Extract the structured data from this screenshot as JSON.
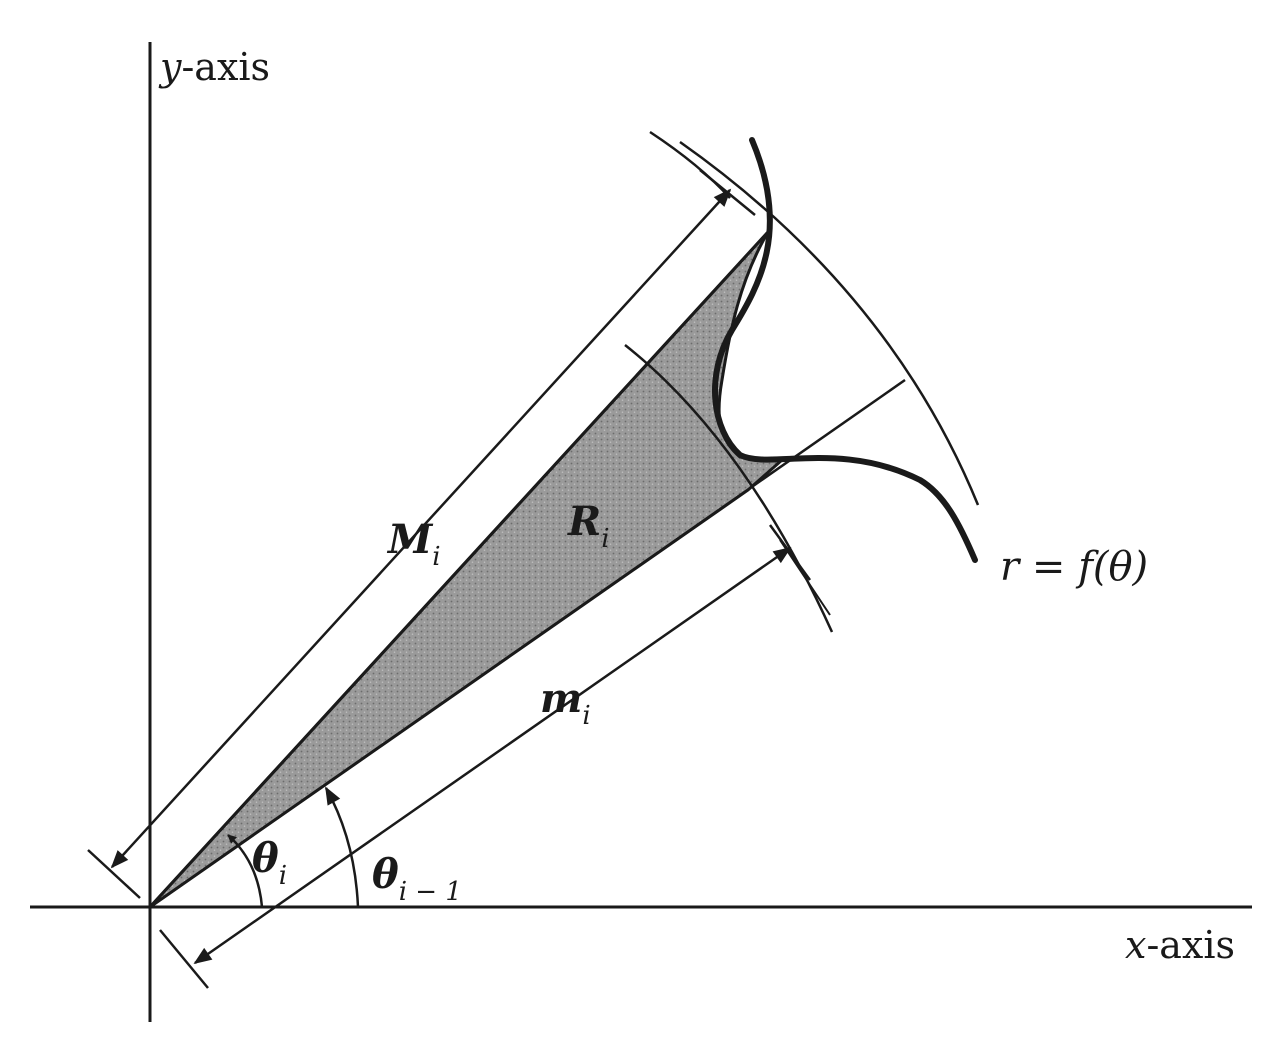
{
  "diagram": {
    "axes": {
      "x_label_var": "x",
      "x_label_rest": "-axis",
      "y_label_var": "y",
      "y_label_rest": "-axis"
    },
    "region_label": {
      "main": "R",
      "sub": "i"
    },
    "outer_radius_label": {
      "main": "M",
      "sub": "i"
    },
    "inner_radius_label": {
      "main": "m",
      "sub": "i"
    },
    "angle_i_label": {
      "main": "θ",
      "sub": "i"
    },
    "angle_i_minus_1_label": {
      "main": "θ",
      "sub": "i − 1"
    },
    "curve_label": "r = f(θ)",
    "colors": {
      "ink": "#1a1a1a",
      "shade": "#8e8e8e",
      "background": "#ffffff"
    }
  }
}
